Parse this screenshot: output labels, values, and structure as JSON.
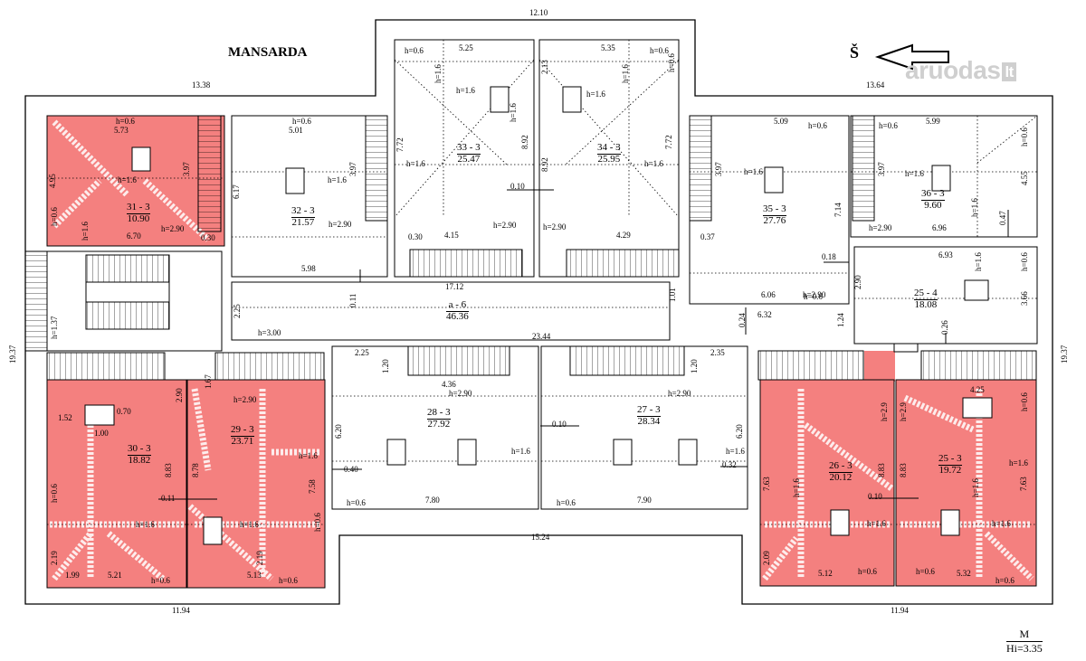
{
  "plan": {
    "title": "MANSARDA",
    "north": "Š",
    "watermark": "aruodas",
    "watermark_tld": "lt",
    "scale_label": "M",
    "scale_height": "Hi=3.35",
    "colors": {
      "highlight": "#f4807f",
      "line": "#000000",
      "watermark": "#cfcfcf"
    }
  },
  "rooms": {
    "r31": {
      "num": "31 - 3",
      "area": "10.90"
    },
    "r32": {
      "num": "32 - 3",
      "area": "21.57"
    },
    "r33": {
      "num": "33 - 3",
      "area": "25.47"
    },
    "r34": {
      "num": "34 - 3",
      "area": "25.95"
    },
    "r35": {
      "num": "35 - 3",
      "area": "27.76"
    },
    "r36": {
      "num": "36 - 3",
      "area": "9.60"
    },
    "r25b": {
      "num": "25 - 4",
      "area": "18.08"
    },
    "ra6": {
      "num": "a - 6",
      "area": "46.36"
    },
    "r30": {
      "num": "30 - 3",
      "area": "18.82"
    },
    "r29": {
      "num": "29 - 3",
      "area": "23.71"
    },
    "r28": {
      "num": "28 - 3",
      "area": "27.92"
    },
    "r27": {
      "num": "27 - 3",
      "area": "28.34"
    },
    "r26": {
      "num": "26 - 3",
      "area": "20.12"
    },
    "r25": {
      "num": "25 - 3",
      "area": "19.72"
    }
  },
  "dims": {
    "d1": "12.10",
    "d2": "13.38",
    "d3": "13.64",
    "d4": "5.25",
    "d5": "5.35",
    "d6": "5.73",
    "d7": "5.01",
    "d8": "5.09",
    "d9": "5.99",
    "d10": "6.70",
    "d11": "0.30",
    "d12": "5.98",
    "d13": "0.30",
    "d14": "4.15",
    "d15": "4.29",
    "d16": "0.37",
    "d17": "6.96",
    "d18": "6.93",
    "d19": "0.18",
    "d20": "17.12",
    "d21": "6.06",
    "d22": "6.32",
    "d23": "23.44",
    "d24": "2.25",
    "d25": "2.35",
    "d26": "4.36",
    "d27": "1.52",
    "d28": "1.00",
    "d29": "0.10",
    "d30": "7.80",
    "d31": "7.90",
    "d32": "0.40",
    "d33": "0.32",
    "d34": "15.24",
    "d35": "1.99",
    "d36": "5.21",
    "d37": "5.13",
    "d38": "5.12",
    "d39": "5.32",
    "d40": "11.94",
    "d41": "11.94",
    "d42": "0.10",
    "d43": "4.25",
    "d44": "0.11",
    "d45": "0.10",
    "d46": "0.70"
  },
  "vdims": {
    "v1": "19.37",
    "v2": "19.37",
    "v3": "4.95",
    "v4": "3.97",
    "v5": "6.17",
    "v6": "3.97",
    "v7": "7.72",
    "v8": "8.92",
    "v9": "8.92",
    "v10": "7.72",
    "v11": "2.13",
    "v12": "3.97",
    "v13": "7.14",
    "v14": "3.97",
    "v15": "4.55",
    "v16": "0.47",
    "v17": "2.90",
    "v18": "3.66",
    "v19": "0.26",
    "v20": "1.24",
    "v21": "0.24",
    "v22": "1.01",
    "v23": "0.11",
    "v24": "2.25",
    "v25": "1.20",
    "v26": "1.20",
    "v27": "6.20",
    "v28": "6.20",
    "v29": "8.83",
    "v30": "8.78",
    "v31": "7.58",
    "v32": "7.63",
    "v33": "8.83",
    "v34": "8.83",
    "v35": "7.63",
    "v36": "2.19",
    "v37": "2.19",
    "v38": "2.09",
    "v39": "1.67",
    "v40": "2.90"
  },
  "heights": {
    "h1": "h=0.6",
    "h2": "h=1.6",
    "h3": "h=2.90",
    "h4": "h=0.6",
    "h5": "h=1.6",
    "h6": "h=2.90",
    "h7": "h=0.6",
    "h8": "h=1.6",
    "h9": "h=2.90",
    "h10": "h=0.6",
    "h11": "h=1.6",
    "h12": "h=2.90",
    "h13": "h=0.6",
    "h14": "h=1.6",
    "h15": "h=2.90",
    "h16": "h=0.6",
    "h17": "h=1.6",
    "h18": "h=2.90",
    "h19": "h=3.00",
    "h20": "h=2.90",
    "h21": "h=2.90",
    "h22": "h=1.6",
    "h23": "h=1.6",
    "h24": "h=0.6",
    "h25": "h=0.6",
    "h26": "h=1.6",
    "h27": "h=1.6",
    "h28": "h=0.6",
    "h29": "h=0.6",
    "h30": "h=0.6",
    "h31": "h=0.6",
    "h32": "h=1.6",
    "h33": "h=2.90",
    "h34": "h=1.6",
    "h35": "h=0.6",
    "h36": "h=1.6",
    "h37": "h=1.6",
    "h38": "h=1.6",
    "h39": "h=1.6",
    "h40": "h=0.6"
  },
  "vheights": {
    "vh1": "h=1.6",
    "vh2": "h=0.6",
    "vh3": "h=1.6",
    "vh4": "h=1.6",
    "vh5": "h=1.37",
    "vh6": "h=0.6",
    "vh7": "h=1.6",
    "vh8": "h=0.6",
    "vh9": "h=1.6",
    "vh10": "h=2.9",
    "vh11": "h=2.9",
    "vh12": "h=1.6",
    "vh13": "h=1.6",
    "vh14": "h=0.6",
    "vh15": "h=0.6",
    "vh16": "h=0.6",
    "vh17": "h=1.6",
    "vh18": "h=0.6"
  }
}
